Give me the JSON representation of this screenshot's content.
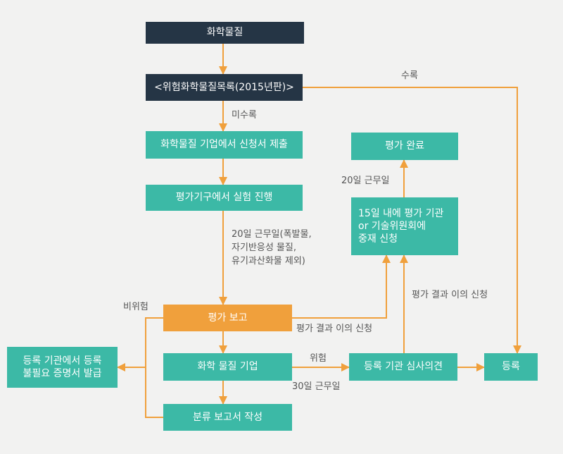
{
  "colors": {
    "dark": "#253545",
    "teal": "#3cb9a6",
    "orange": "#f0a03c",
    "arrow": "#f0a03c",
    "text": "#555555",
    "background": "#f2f2f1"
  },
  "nodes": {
    "chemical": "화학물질",
    "inventory": "<위험화학물질목록(2015년판)>",
    "submit": "화학물질 기업에서 신청서 제출",
    "test": "평가기구에서 실험 진행",
    "report": "평가 보고",
    "company": "화학 물질 기업",
    "classification": "분류 보고서 작성",
    "exemption": "등록 기관에서 등록\n불필요 증명서 발급",
    "review": "등록 기관 심사의견",
    "register": "등록",
    "appeal": "15일 내에 평가 기관\nor 기술위원회에\n중재 신청",
    "done": "평가 완료"
  },
  "labels": {
    "listed": "수록",
    "unlisted": "미수록",
    "days20_exceptions": "20일 근무일(폭발물,\n자기반응성 물질,\n유기과산화물 제외)",
    "nonhazard": "비위험",
    "objection_1": "평가 결과 이의 신청",
    "objection_2": "평가 결과 이의 신청",
    "hazard": "위험",
    "days30": "30일 근무일",
    "days20": "20일 근무일"
  }
}
